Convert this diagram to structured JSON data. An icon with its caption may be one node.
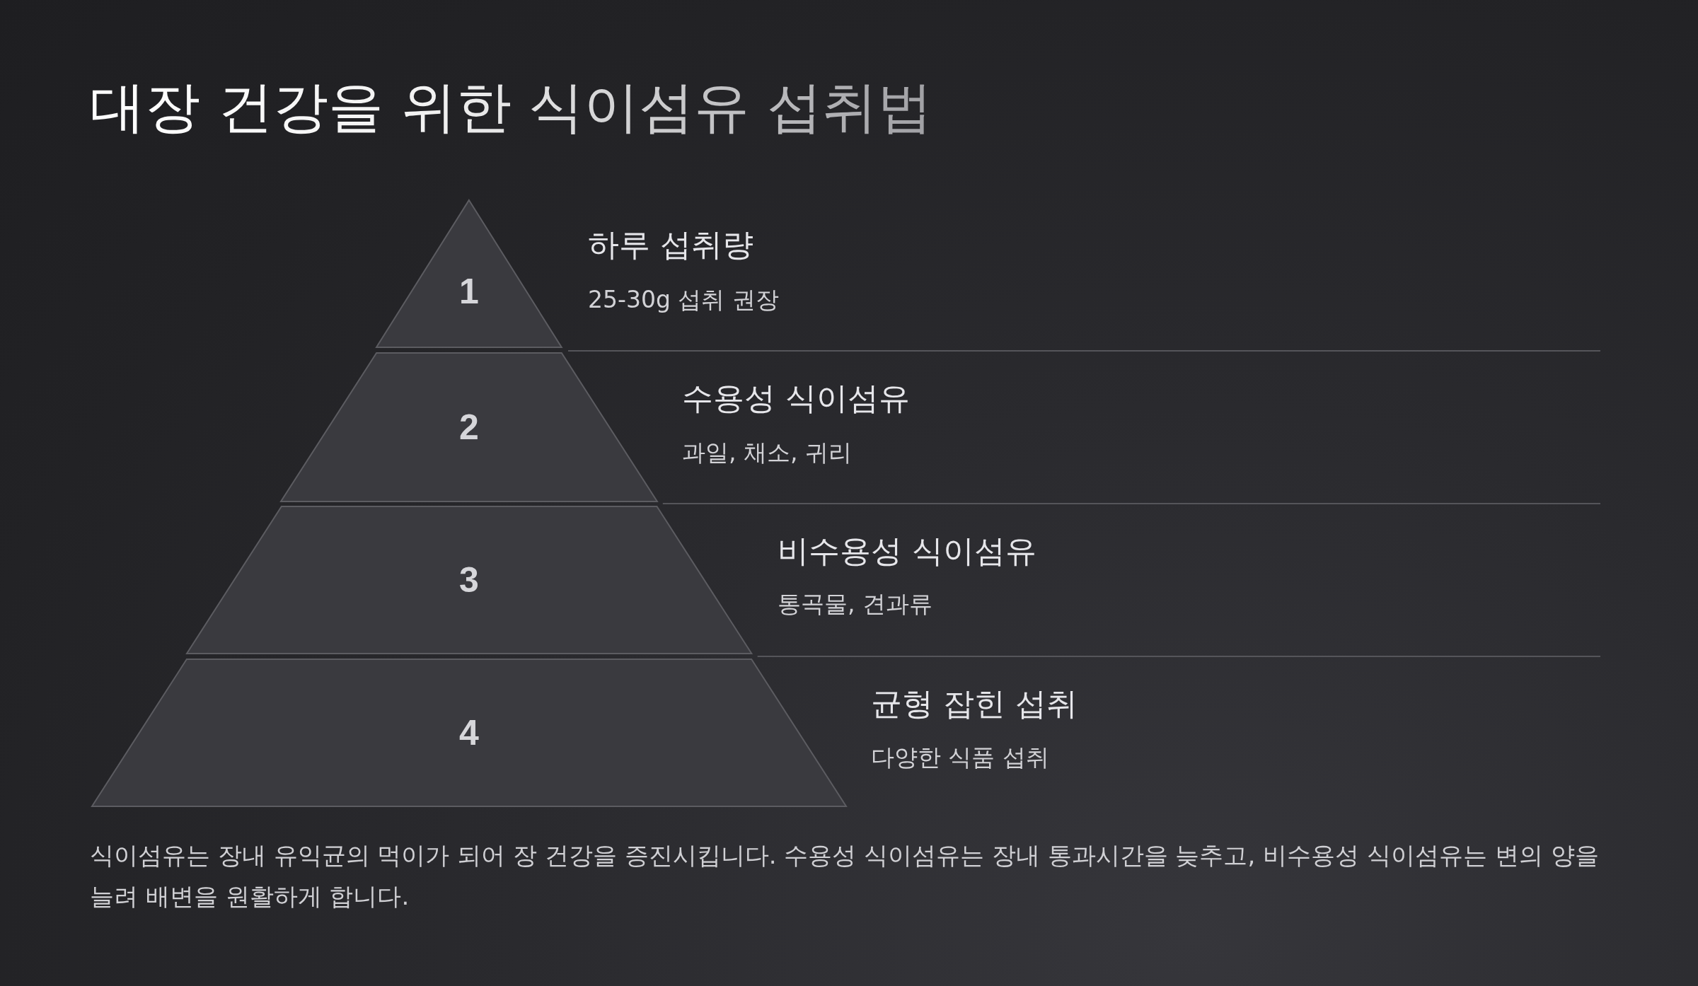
{
  "diagram": {
    "title": "대장 건강을 위한 식이섬유 섭취법",
    "nodes": [
      {
        "text": [
          "1"
        ],
        "beside": [
          "하루 섭취량",
          "25-30g 섭취 권장"
        ]
      },
      {
        "text": [
          "2"
        ],
        "beside": [
          "수용성 식이섬유",
          "과일, 채소, 귀리"
        ]
      },
      {
        "text": [
          "3"
        ],
        "beside": [
          "비수용성 식이섬유",
          "통곡물, 견과류"
        ]
      },
      {
        "text": [
          "4"
        ],
        "beside": [
          "균형 잡힌 섭취",
          "다양한 식품 섭취"
        ]
      }
    ],
    "caption": "식이섬유는 장내 유익균의 먹이가 되어 장 건강을 증진시킵니다. 수용성 식이섬유는 장내 통과시간을 늦추고, 비수용성 식이섬유는 변의 양을 늘려 배변을 원활하게 합니다."
  }
}
